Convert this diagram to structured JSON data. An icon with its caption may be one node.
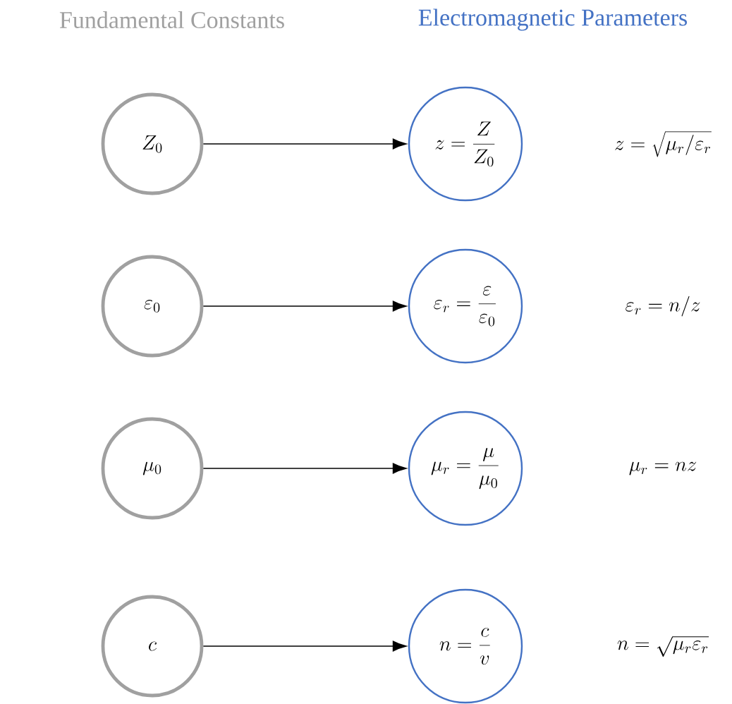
{
  "diagram": {
    "nodes": [
      {
        "text": [
          "Z_0"
        ]
      },
      {
        "text": [
          "z=\\frac{Z}{Z_0}"
        ]
      },
      {
        "text": [
          "\\varepsilon_0"
        ]
      },
      {
        "text": [
          "\\varepsilon_r=\\frac{\\varepsilon}{\\varepsilon_0}"
        ]
      },
      {
        "text": [
          "\\mu_0"
        ]
      },
      {
        "text": [
          "\\mu_r=\\frac{\\mu}{\\mu_0}"
        ]
      },
      {
        "text": [
          "c"
        ]
      },
      {
        "text": [
          "n=\\frac{c}{v}"
        ]
      }
    ],
    "edges": [
      {
        "from": 0,
        "to": 1,
        "arrow": "to"
      },
      {
        "from": 2,
        "to": 3,
        "arrow": "to"
      },
      {
        "from": 4,
        "to": 5,
        "arrow": "to"
      },
      {
        "from": 6,
        "to": 7,
        "arrow": "to"
      }
    ],
    "labels": [
      "Fundamental Constants",
      "Electromagnetic Parameters",
      "z=\\sqrt{\\mu_r/\\varepsilon_r}",
      "\\varepsilon_r=n/z",
      "\\mu_r=nz",
      "n=\\sqrt{\\mu_r\\varepsilon_r}"
    ]
  }
}
